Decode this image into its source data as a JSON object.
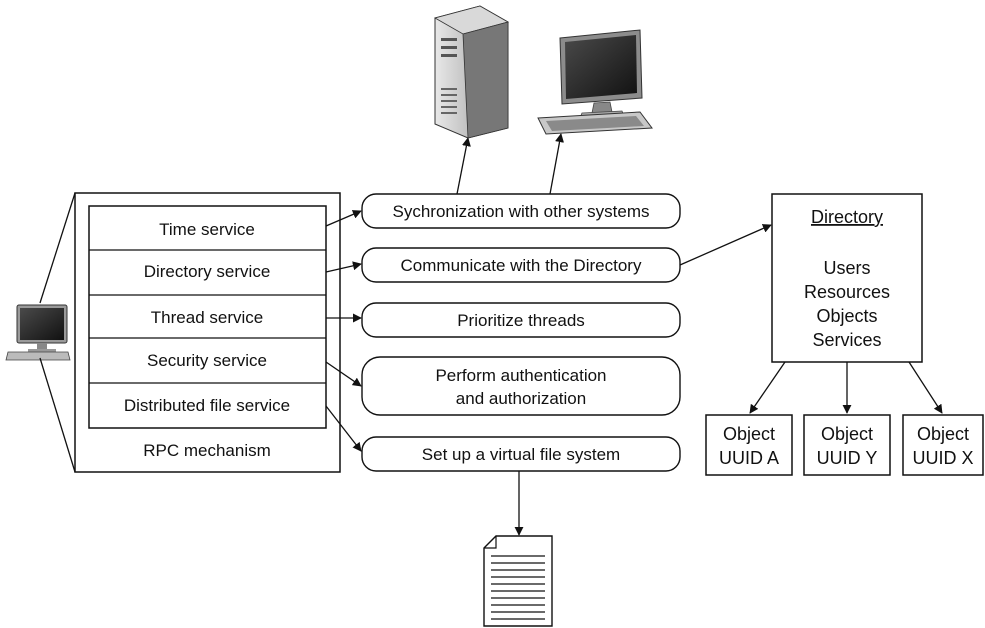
{
  "dce": {
    "services": [
      "Time service",
      "Directory service",
      "Thread service",
      "Security service",
      "Distributed file service"
    ],
    "rpc_label": "RPC mechanism"
  },
  "functions": {
    "sync": "Sychronization with other systems",
    "communicate": "Communicate with the Directory",
    "prioritize": "Prioritize threads",
    "auth_line1": "Perform authentication",
    "auth_line2": "and authorization",
    "virtual_fs": "Set up a virtual file system"
  },
  "directory": {
    "title": "Directory",
    "items": [
      "Users",
      "Resources",
      "Objects",
      "Services"
    ]
  },
  "objects": [
    {
      "line1": "Object",
      "line2": "UUID A"
    },
    {
      "line1": "Object",
      "line2": "UUID Y"
    },
    {
      "line1": "Object",
      "line2": "UUID X"
    }
  ],
  "icons": {
    "client": "workstation-icon",
    "server": "server-tower-icon",
    "desktop": "desktop-computer-icon",
    "document": "document-icon"
  }
}
